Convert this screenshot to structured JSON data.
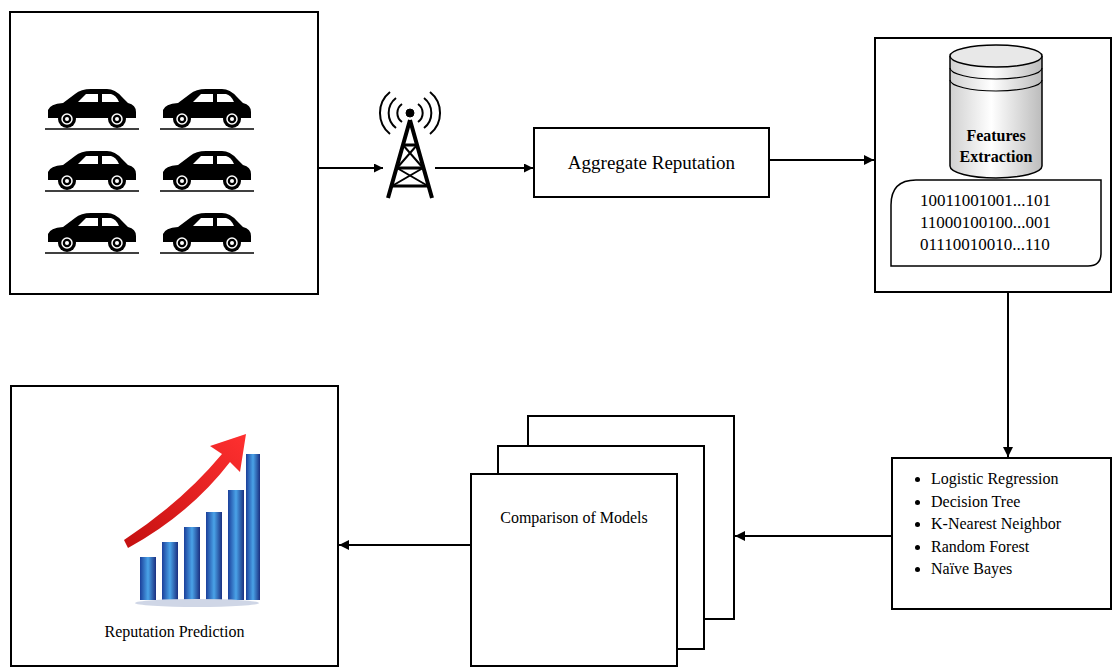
{
  "diagram": {
    "nodes": [
      {
        "text": [
          "Aggregate Reputation"
        ]
      },
      {
        "text": [
          "Features Extraction"
        ]
      },
      {
        "text": [
          "10011001001...101",
          "11000100100...001",
          "01110010010...110"
        ],
        "in": 1
      },
      {
        "text": [
          "Logistic Regression",
          "Decision Tree",
          "K-Nearest Neighbor",
          "Random Forest",
          "Naïve Bayes"
        ]
      },
      {
        "text": [
          "Comparison of Models"
        ]
      },
      {
        "text": [
          "Reputation Prediction"
        ]
      }
    ],
    "edges": [
      {
        "from": 0,
        "to": 1,
        "arrow": "to"
      },
      {
        "from": 1,
        "to": 3,
        "arrow": "to"
      },
      {
        "from": 3,
        "to": 4,
        "arrow": "to"
      },
      {
        "from": 4,
        "to": 5,
        "arrow": "to"
      }
    ]
  }
}
